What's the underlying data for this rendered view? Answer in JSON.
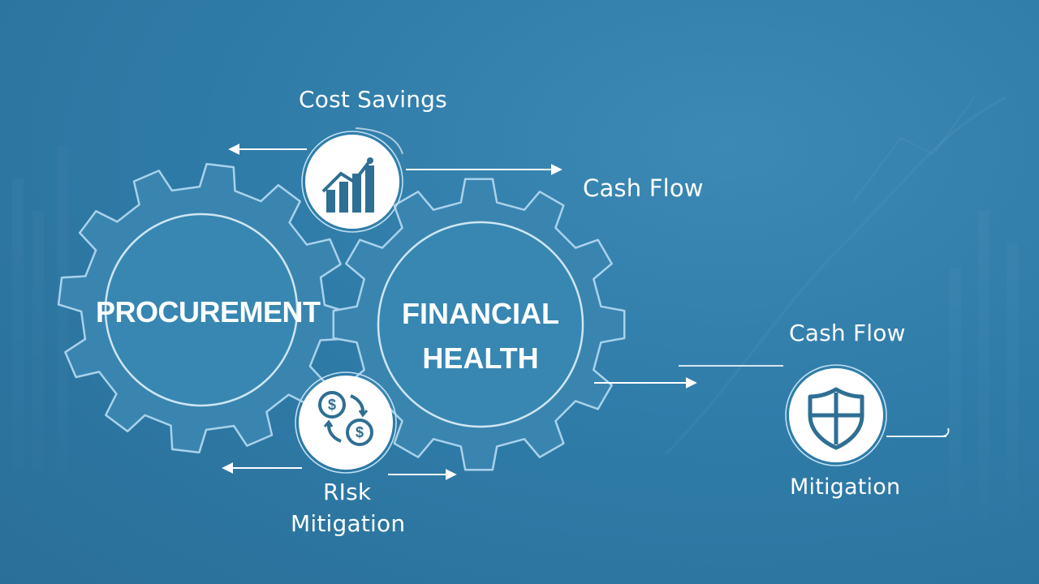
{
  "gears": {
    "procurement": {
      "label": "PROCUREMENT"
    },
    "financial": {
      "line1": "FINANCIAL",
      "line2": "HEALTH"
    }
  },
  "labels": {
    "cost_savings": "Cost Savings",
    "cash_flow_top": "Cash Flow",
    "cash_flow_right": "Cash Flow",
    "risk_line1": "RIsk",
    "risk_line2": "Mitigation",
    "mitigation_right": "Mitigation"
  },
  "icons": {
    "growth_chart": "bar-chart-growth-icon",
    "currency_exchange": "currency-exchange-icon",
    "shield": "shield-icon"
  },
  "colors": {
    "background": "#2f7ca9",
    "gear_fill": "#3a85b0",
    "gear_stroke": "#a9d2ea",
    "icon_bg": "#ffffff",
    "icon_color": "#2e6f93",
    "text": "#ffffff"
  }
}
